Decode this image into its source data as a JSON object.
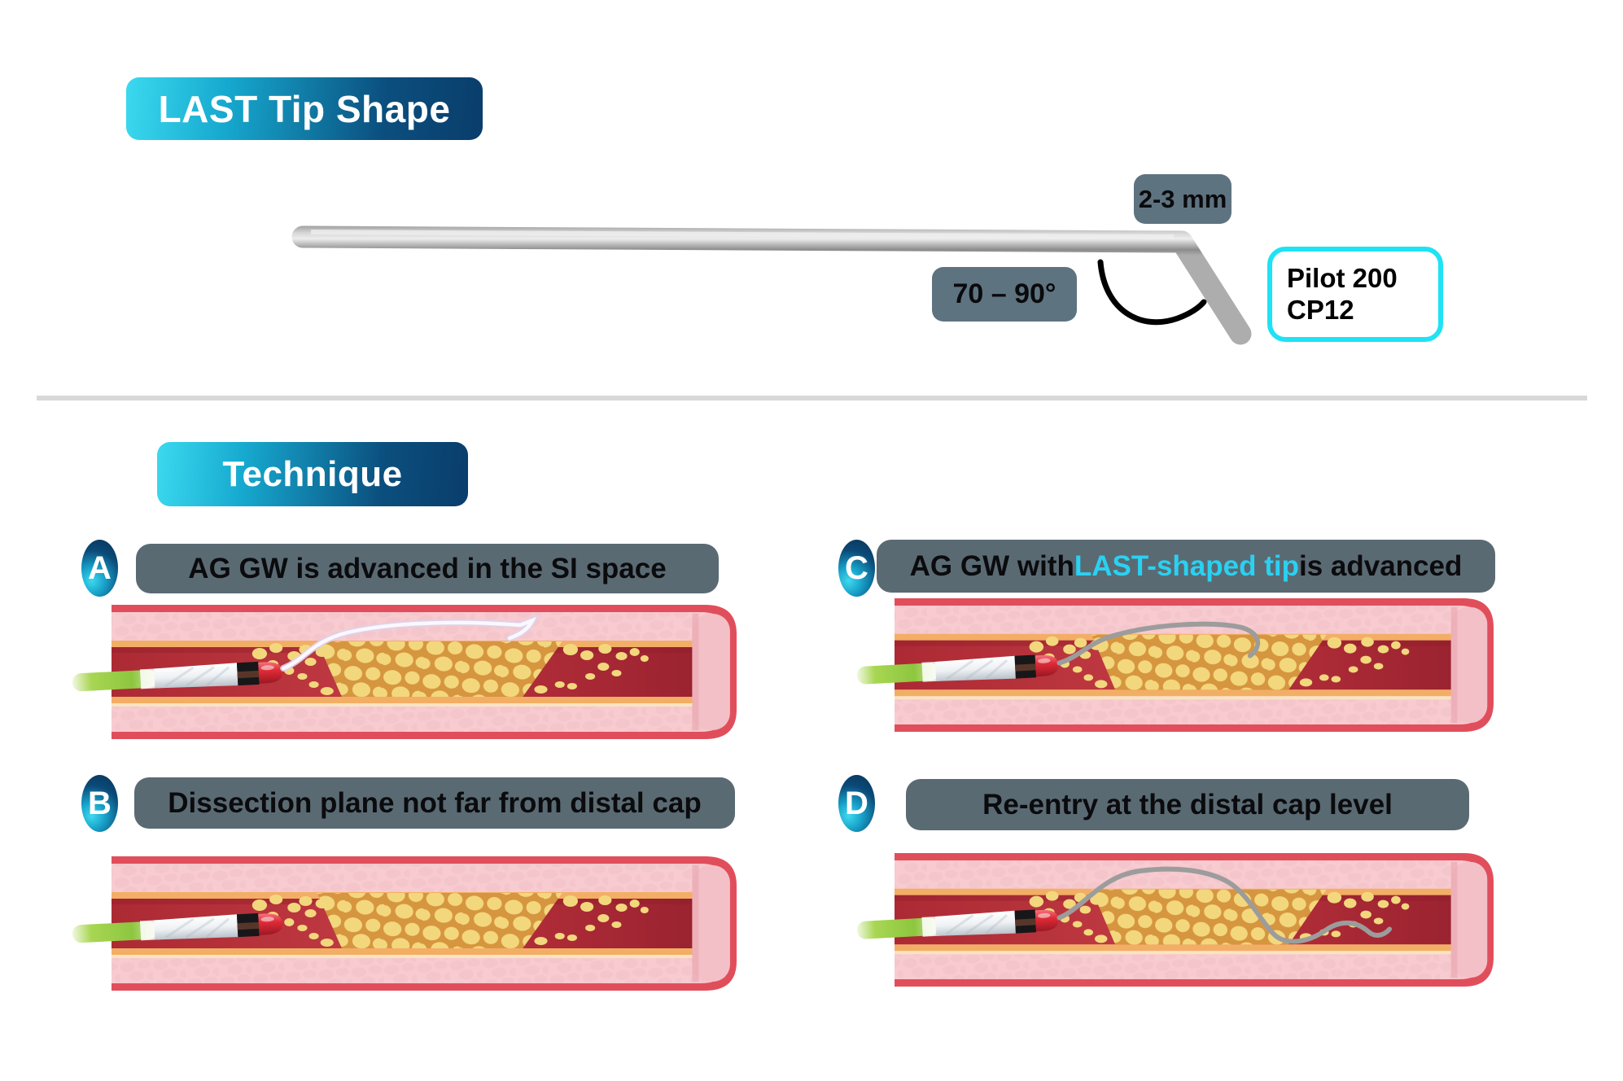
{
  "header": {
    "title": "LAST Tip Shape"
  },
  "tip_diagram": {
    "length_label": "2-3 mm",
    "angle_label": "70 – 90°",
    "wire_name_line1": "Pilot 200",
    "wire_name_line2": "CP12"
  },
  "technique": {
    "title": "Technique",
    "panels": [
      {
        "letter": "A",
        "caption_pre": "AG GW is advanced in the SI space",
        "caption_accent": "",
        "caption_post": ""
      },
      {
        "letter": "B",
        "caption_pre": "Dissection plane not far from distal cap",
        "caption_accent": "",
        "caption_post": ""
      },
      {
        "letter": "C",
        "caption_pre": "AG GW with ",
        "caption_accent": "LAST-shaped tip",
        "caption_post": " is advanced"
      },
      {
        "letter": "D",
        "caption_pre": "Re-entry at the distal cap level",
        "caption_accent": "",
        "caption_post": ""
      }
    ]
  },
  "appearance": {
    "accent_cyan": "#29d1f2",
    "badge_gradient_start": "#3bd9ef",
    "badge_gradient_end": "#0a3d6b",
    "slate_badge": "#5e7380",
    "caption_badge": "#5a6a73",
    "vessel_outer_red": "#e14e5b",
    "vessel_wall_pink": "#f7cbd0",
    "vessel_intima_tan": "#f3ae65",
    "lumen_red": "#b02c37",
    "plaque_blob_yellow": "#f3d77d",
    "plaque_mortar_orange": "#d6953f",
    "wire_gray": "#9c9c9c",
    "wire_white": "#faf8fe",
    "catheter_green": "#8dc63f",
    "catheter_tip_red": "#e02b37"
  }
}
